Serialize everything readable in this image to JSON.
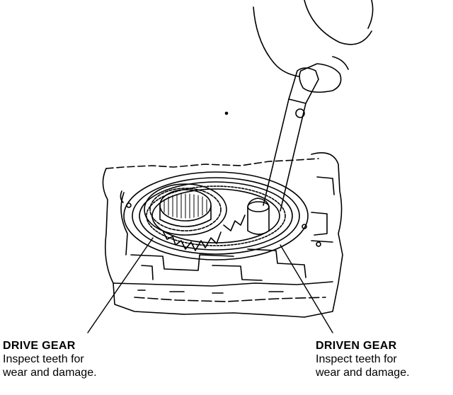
{
  "callouts": {
    "drive": {
      "title": "DRIVE GEAR",
      "note_line1": "Inspect teeth for",
      "note_line2": "wear and damage."
    },
    "driven": {
      "title": "DRIVEN GEAR",
      "note_line1": "Inspect teeth for",
      "note_line2": "wear and damage."
    }
  }
}
